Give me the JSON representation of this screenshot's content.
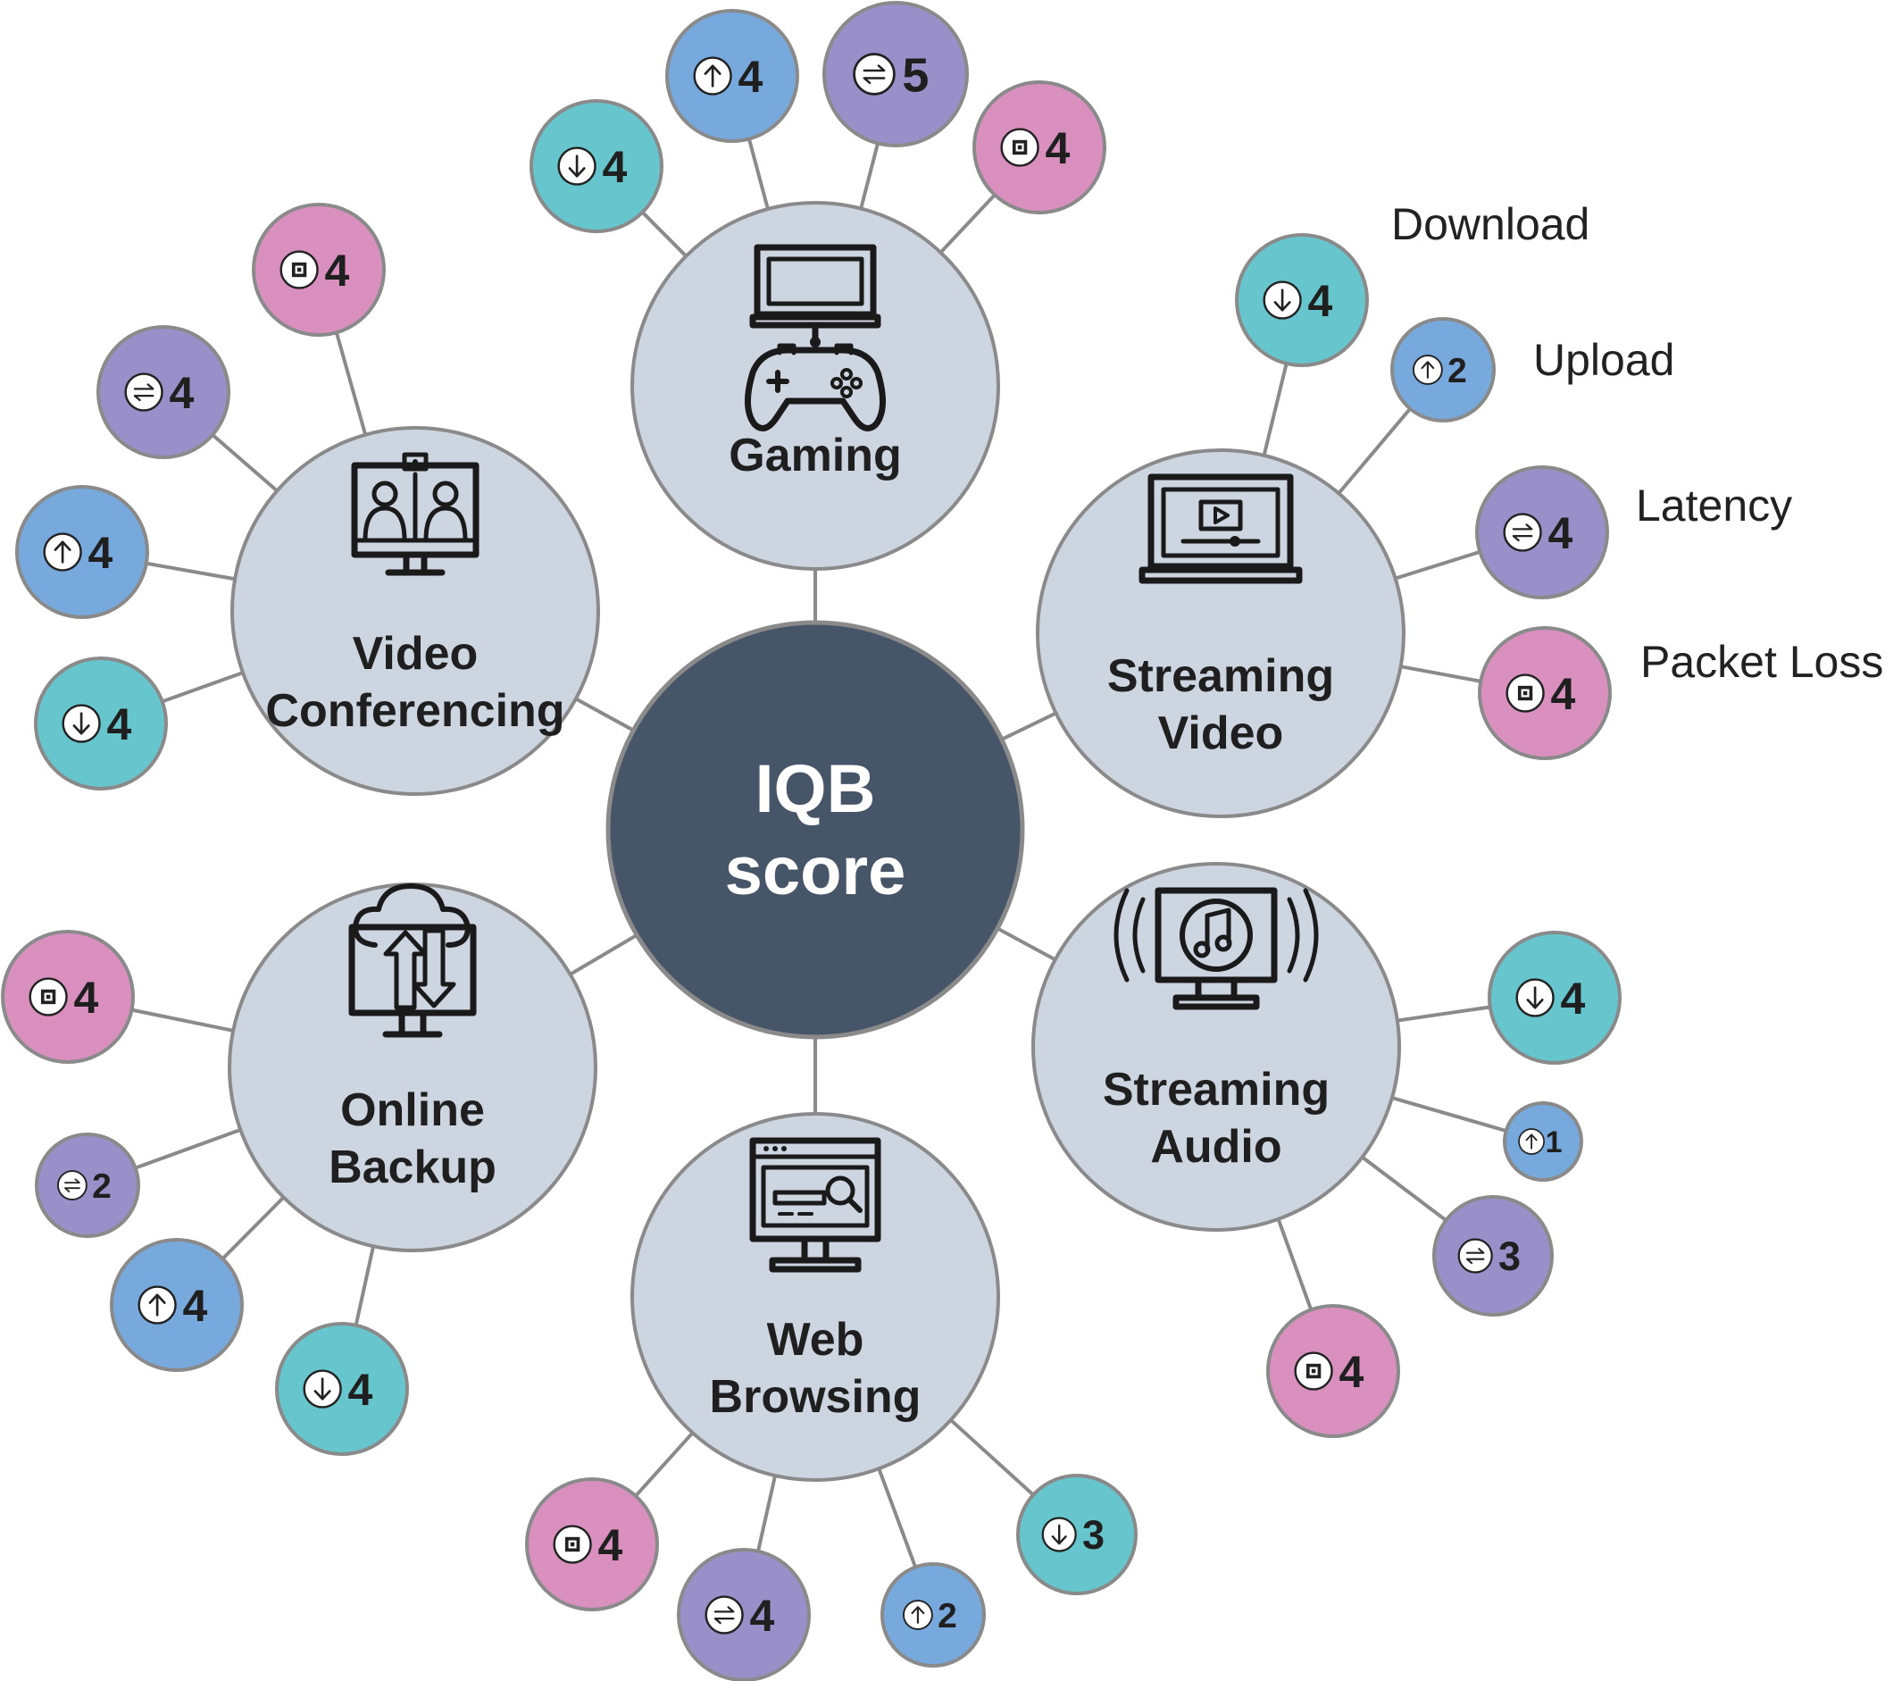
{
  "center": {
    "line1": "IQB",
    "line2": "score",
    "color": "#475569"
  },
  "colors": {
    "app_fill": "#cdd6e0",
    "stroke": "#8a8a8a",
    "download": "#67c5cd",
    "upload": "#78a9dd",
    "latency": "#9a90c9",
    "packet_loss": "#da90bf"
  },
  "legend": [
    {
      "metric": "download",
      "label": "Download"
    },
    {
      "metric": "upload",
      "label": "Upload"
    },
    {
      "metric": "latency",
      "label": "Latency"
    },
    {
      "metric": "packet_loss",
      "label": "Packet Loss"
    }
  ],
  "apps": [
    {
      "id": "gaming",
      "lines": [
        "Gaming"
      ],
      "icon": "gaming-laptop-controller-icon",
      "scores": [
        {
          "metric": "download",
          "value": "4"
        },
        {
          "metric": "upload",
          "value": "4"
        },
        {
          "metric": "latency",
          "value": "5"
        },
        {
          "metric": "packet_loss",
          "value": "4"
        }
      ]
    },
    {
      "id": "streaming-video",
      "lines": [
        "Streaming",
        "Video"
      ],
      "icon": "laptop-play-icon",
      "scores": [
        {
          "metric": "download",
          "value": "4"
        },
        {
          "metric": "upload",
          "value": "2"
        },
        {
          "metric": "latency",
          "value": "4"
        },
        {
          "metric": "packet_loss",
          "value": "4"
        }
      ]
    },
    {
      "id": "streaming-audio",
      "lines": [
        "Streaming",
        "Audio"
      ],
      "icon": "monitor-music-note-icon",
      "scores": [
        {
          "metric": "download",
          "value": "4"
        },
        {
          "metric": "upload",
          "value": "1"
        },
        {
          "metric": "latency",
          "value": "3"
        },
        {
          "metric": "packet_loss",
          "value": "4"
        }
      ]
    },
    {
      "id": "web-browsing",
      "lines": [
        "Web",
        "Browsing"
      ],
      "icon": "browser-search-monitor-icon",
      "scores": [
        {
          "metric": "packet_loss",
          "value": "4"
        },
        {
          "metric": "latency",
          "value": "4"
        },
        {
          "metric": "upload",
          "value": "2"
        },
        {
          "metric": "download",
          "value": "3"
        }
      ]
    },
    {
      "id": "online-backup",
      "lines": [
        "Online",
        "Backup"
      ],
      "icon": "cloud-upload-download-icon",
      "scores": [
        {
          "metric": "packet_loss",
          "value": "4"
        },
        {
          "metric": "latency",
          "value": "2"
        },
        {
          "metric": "upload",
          "value": "4"
        },
        {
          "metric": "download",
          "value": "4"
        }
      ]
    },
    {
      "id": "video-conferencing",
      "lines": [
        "Video",
        "Conferencing"
      ],
      "icon": "video-call-monitor-icon",
      "scores": [
        {
          "metric": "packet_loss",
          "value": "4"
        },
        {
          "metric": "latency",
          "value": "4"
        },
        {
          "metric": "upload",
          "value": "4"
        },
        {
          "metric": "download",
          "value": "4"
        }
      ]
    }
  ]
}
